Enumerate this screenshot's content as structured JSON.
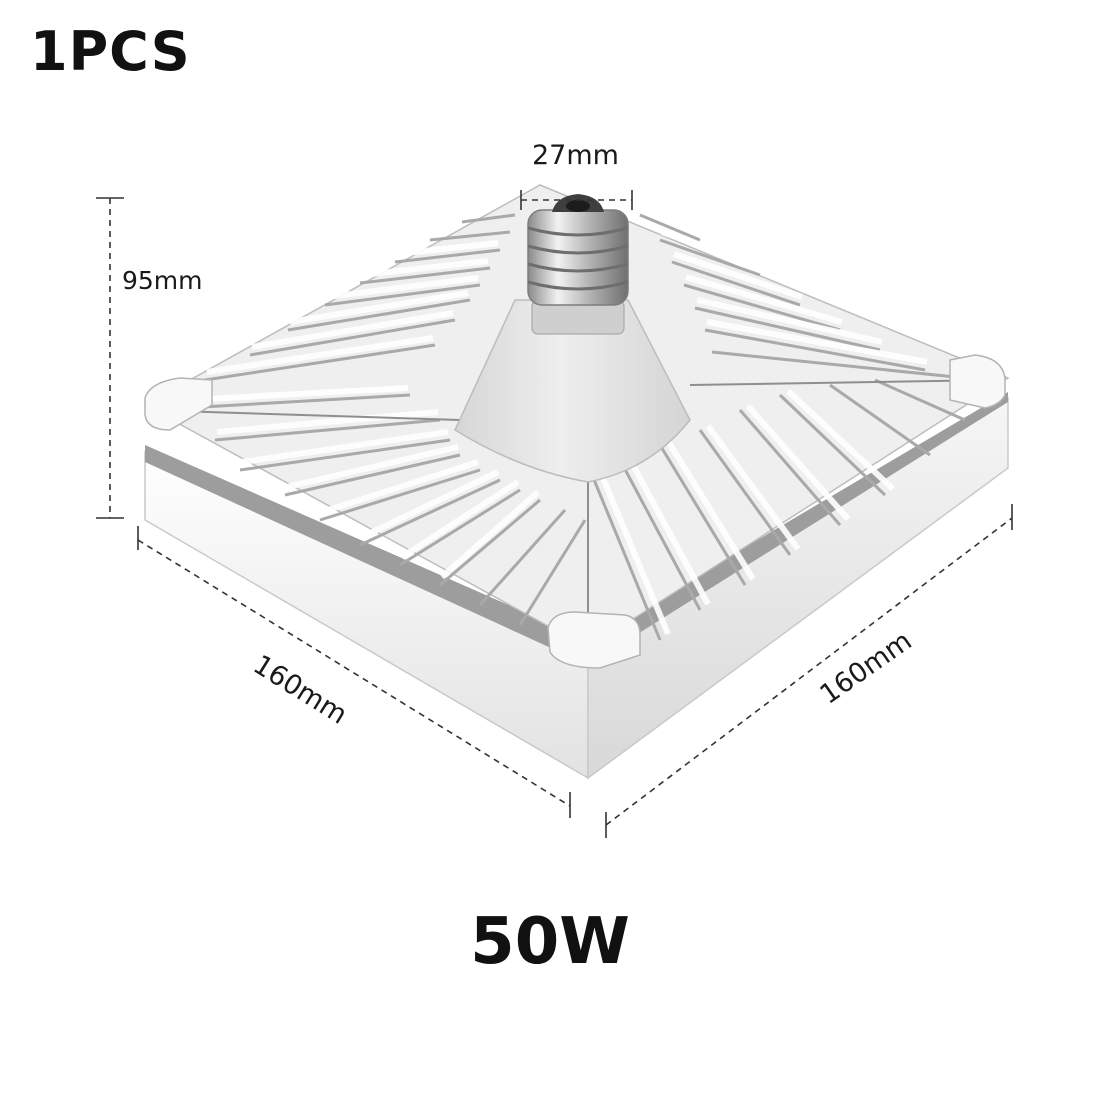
{
  "quantity_label": "1PCS",
  "power_label": "50W",
  "dimensions": {
    "socket": "27mm",
    "height": "95mm",
    "length_left": "160mm",
    "length_right": "160mm"
  },
  "product_image": {
    "name": "Square finned LED lamp with screw socket",
    "colors": {
      "housing": "#e9e9e9",
      "shadow": "#9d9d9d",
      "outline": "#bdbdbd"
    }
  }
}
